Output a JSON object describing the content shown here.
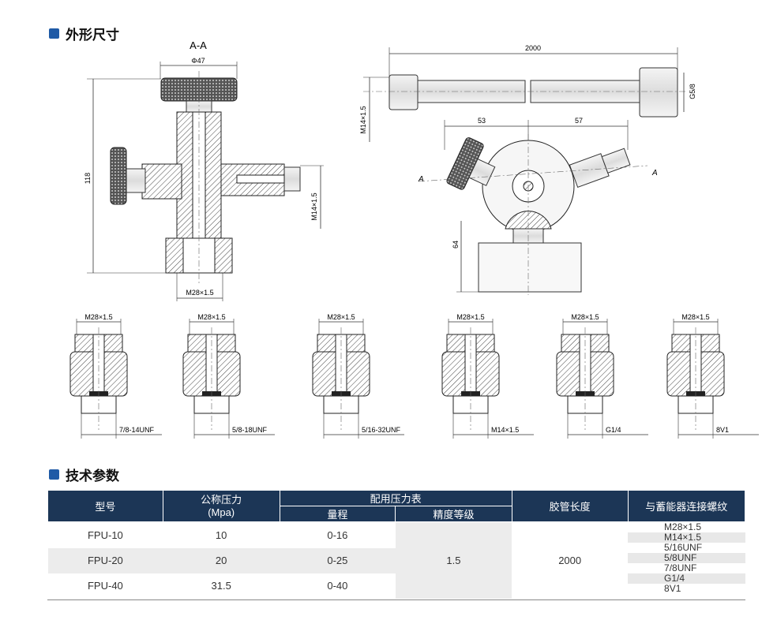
{
  "sections": {
    "dimensions_title": "外形尺寸",
    "specs_title": "技术参数"
  },
  "drawing_labels": {
    "section": "A-A",
    "phi47": "Φ47",
    "h118": "118",
    "m14_side": "M14×1.5",
    "m28": "M28×1.5",
    "len2000": "2000",
    "g58": "G5/8",
    "m14_left": "M14×1.5",
    "d53": "53",
    "d57": "57",
    "h64": "64",
    "a_left": "A",
    "a_right": "A"
  },
  "fittings": [
    {
      "top": "M28×1.5",
      "bottom": "7/8-14UNF"
    },
    {
      "top": "M28×1.5",
      "bottom": "5/8-18UNF"
    },
    {
      "top": "M28×1.5",
      "bottom": "5/16-32UNF"
    },
    {
      "top": "M28×1.5",
      "bottom": "M14×1.5"
    },
    {
      "top": "M28×1.5",
      "bottom": "G1/4"
    },
    {
      "top": "M28×1.5",
      "bottom": "8V1"
    }
  ],
  "table": {
    "headers": {
      "model": "型号",
      "pressure": "公称压力",
      "pressure_unit": "(Mpa)",
      "gauge": "配用压力表",
      "range": "量程",
      "accuracy": "精度等级",
      "hose": "胶管长度",
      "thread": "与蓄能器连接螺纹"
    },
    "rows": [
      {
        "model": "FPU-10",
        "pressure": "10",
        "range": "0-16"
      },
      {
        "model": "FPU-20",
        "pressure": "20",
        "range": "0-25"
      },
      {
        "model": "FPU-40",
        "pressure": "31.5",
        "range": "0-40"
      }
    ],
    "accuracy_value": "1.5",
    "hose_value": "2000",
    "threads": [
      "M28×1.5",
      "M14×1.5",
      "5/16UNF",
      "5/8UNF",
      "7/8UNF",
      "G1/4",
      "8V1"
    ]
  }
}
